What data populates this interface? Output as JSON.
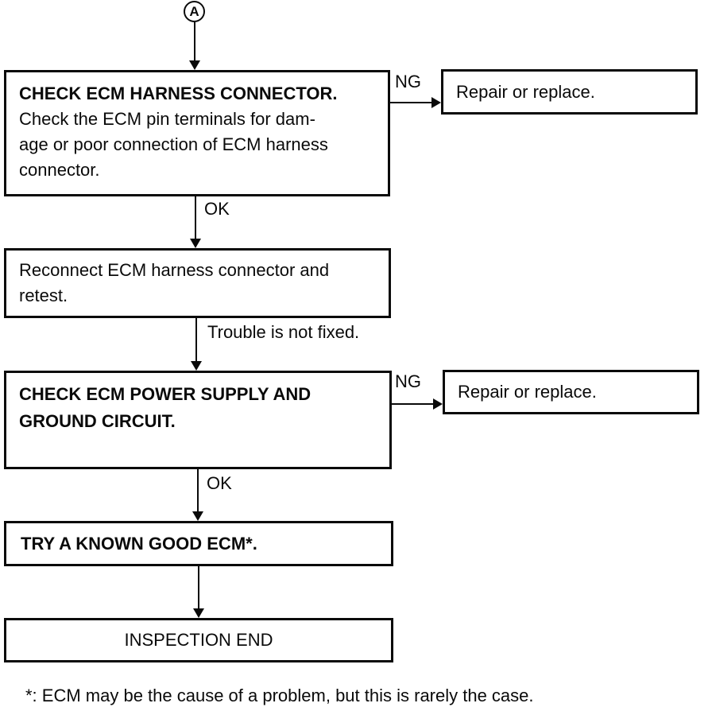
{
  "page": {
    "background_color": "#ffffff",
    "ink_color": "#0a0a0a"
  },
  "flowchart": {
    "entry": {
      "label": "A"
    },
    "box_check_harness": {
      "title": "CHECK ECM HARNESS CONNECTOR.",
      "line1": "Check the ECM pin terminals for dam-",
      "line2": "age or poor connection of ECM harness",
      "line3": "connector."
    },
    "box_repair_1": {
      "label": "Repair or replace."
    },
    "box_reconnect": {
      "line1": "Reconnect ECM harness connector and",
      "line2": "retest."
    },
    "box_check_power": {
      "line1": "CHECK ECM POWER SUPPLY AND",
      "line2": "GROUND CIRCUIT."
    },
    "box_repair_2": {
      "label": "Repair or replace."
    },
    "box_try_ecm": {
      "title": "TRY A KNOWN GOOD ECM*."
    },
    "box_inspection_end": {
      "label": "INSPECTION END"
    },
    "labels": {
      "ng_1": "NG",
      "ok_1": "OK",
      "trouble_not_fixed": "Trouble is not fixed.",
      "ng_2": "NG",
      "ok_2": "OK"
    },
    "footnote": "*: ECM may be the cause of a problem, but this is rarely the case."
  }
}
